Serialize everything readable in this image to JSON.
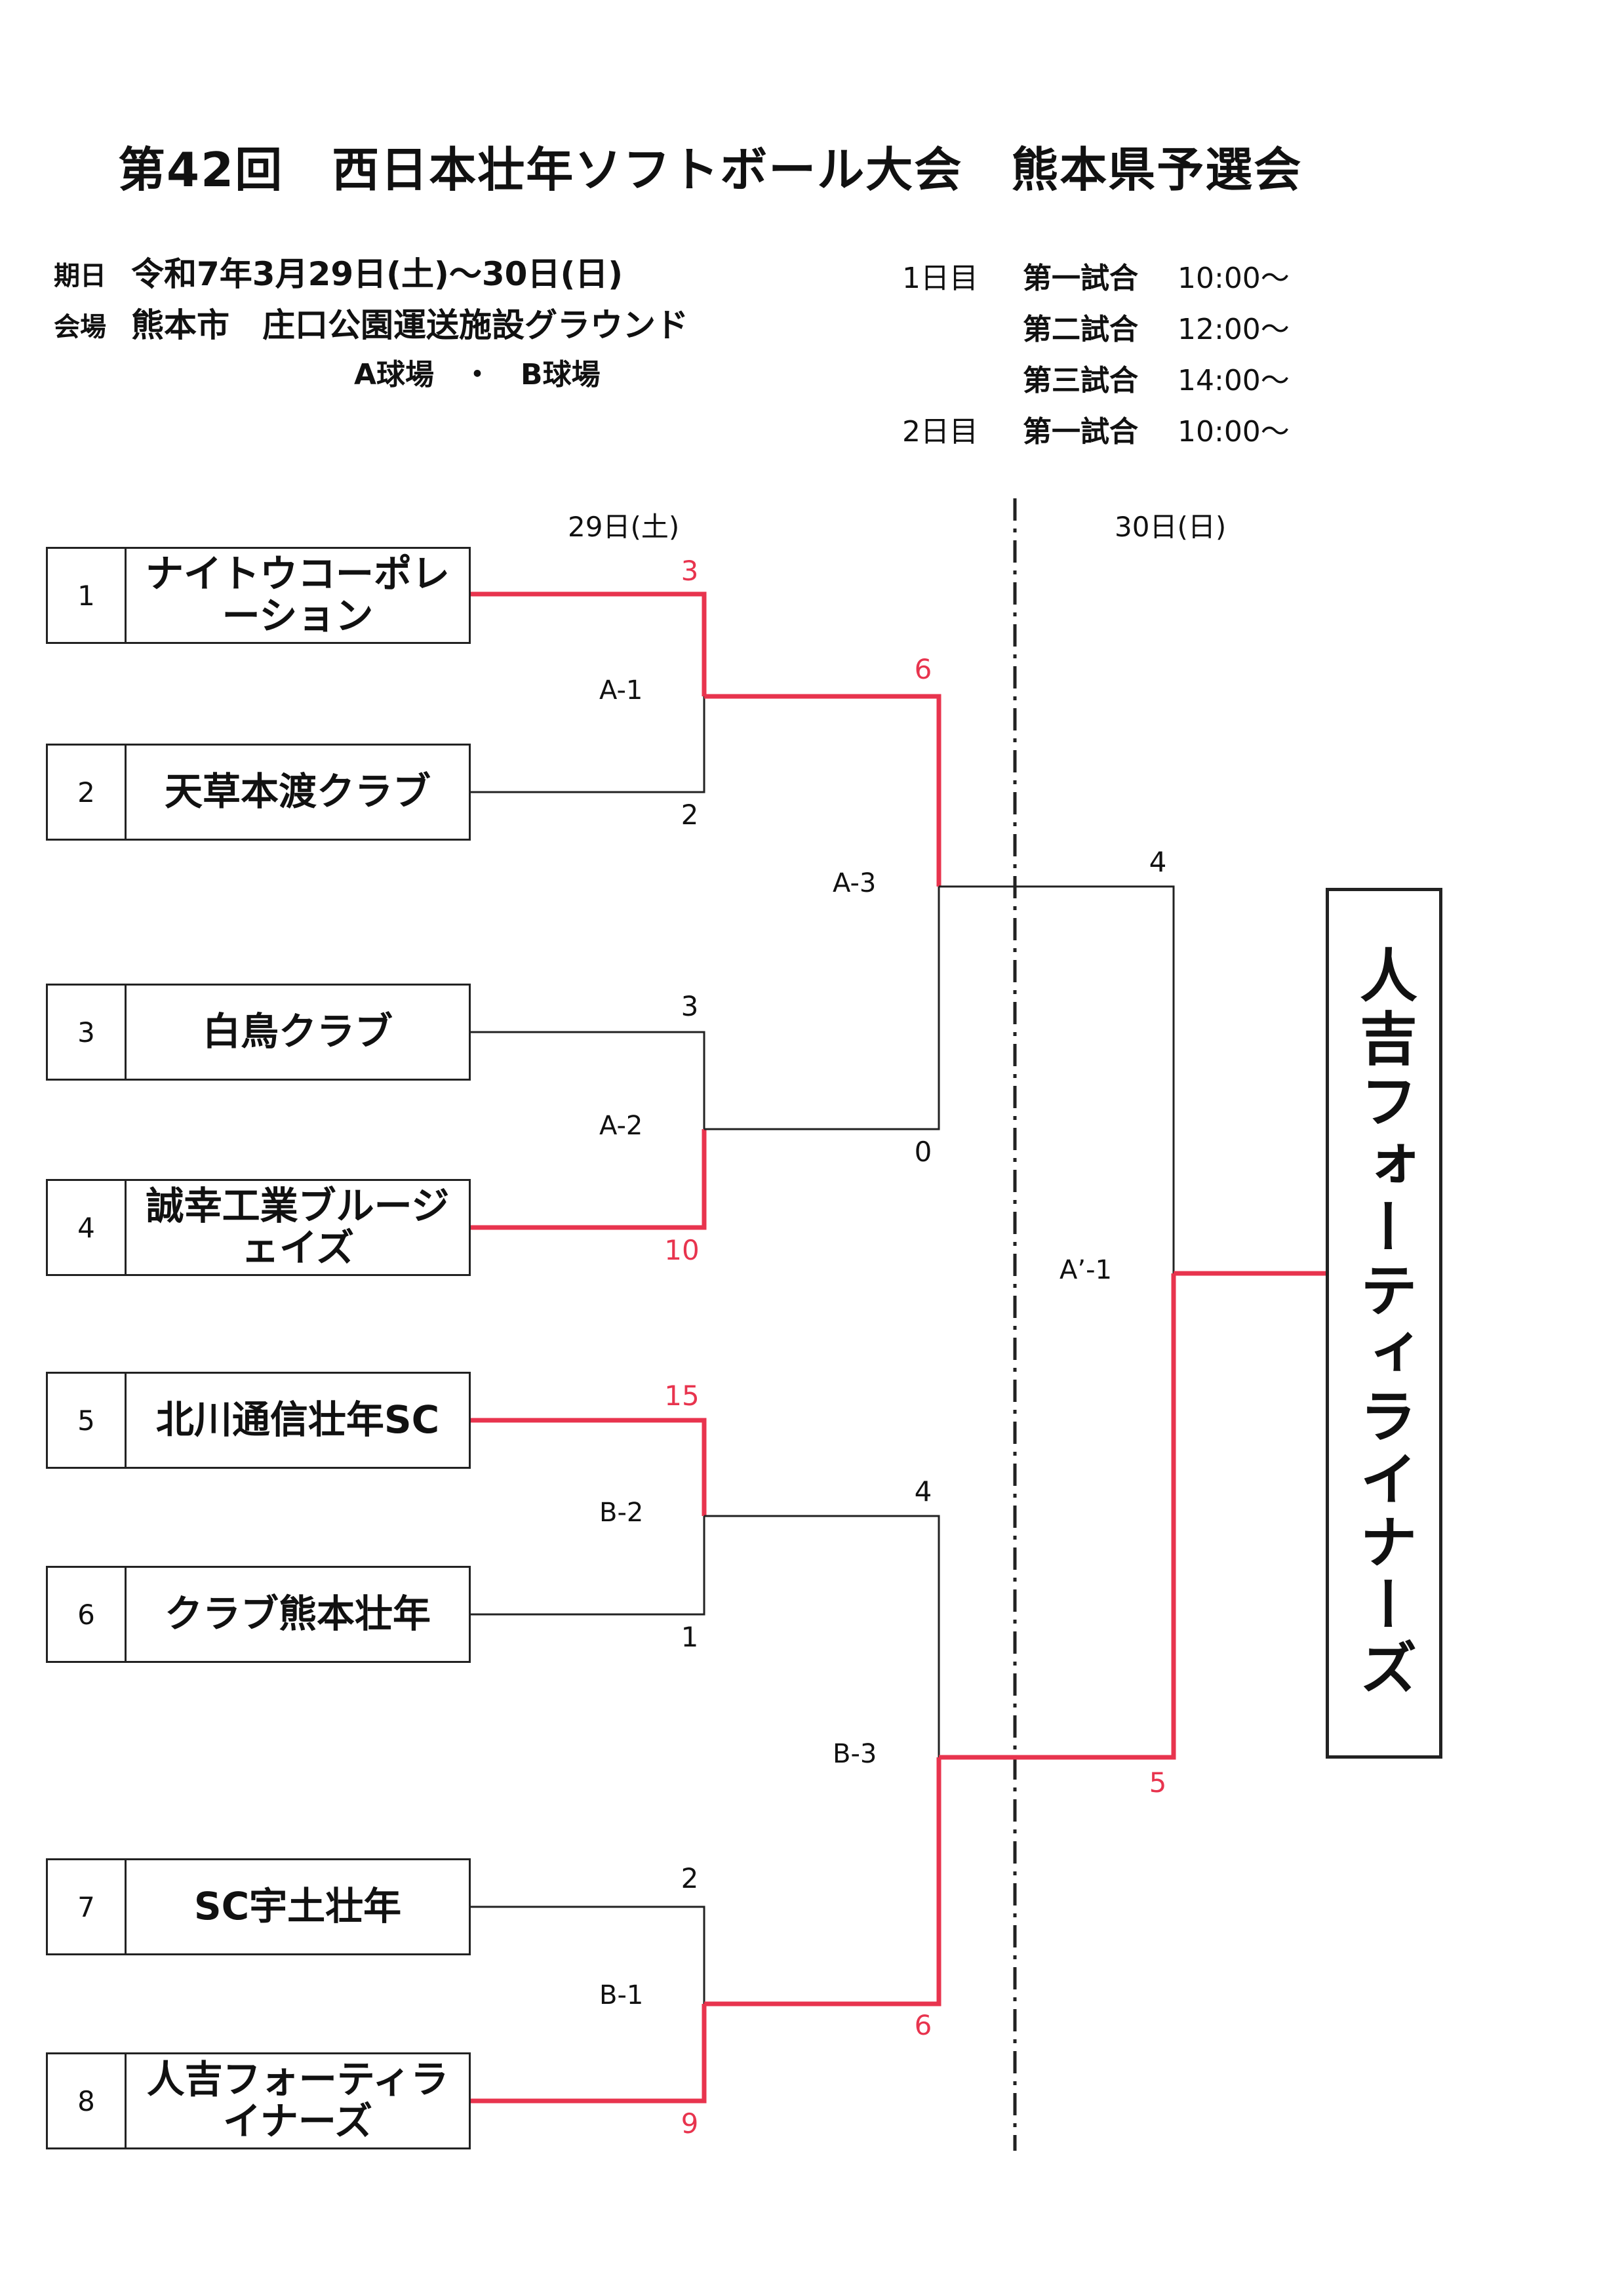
{
  "title": "第42回　西日本壮年ソフトボール大会　熊本県予選会",
  "info": {
    "date_label": "期日",
    "date_value": "令和7年3月29日(土)～30日(日)",
    "venue_label": "会場",
    "venue_value": "熊本市　庄口公園運送施設グラウンド",
    "fields": "A球場　・　B球場"
  },
  "schedule": [
    {
      "day": "1日目",
      "game": "第一試合",
      "time": "10:00～"
    },
    {
      "day": "",
      "game": "第二試合",
      "time": "12:00～"
    },
    {
      "day": "",
      "game": "第三試合",
      "time": "14:00～"
    },
    {
      "day": "2日目",
      "game": "第一試合",
      "time": "10:00～"
    }
  ],
  "day_headers": {
    "day1": "29日(土)",
    "day2": "30日(日)"
  },
  "teams": [
    {
      "seed": "1",
      "name": "ナイトウコーポレーション"
    },
    {
      "seed": "2",
      "name": "天草本渡クラブ"
    },
    {
      "seed": "3",
      "name": "白鳥クラブ"
    },
    {
      "seed": "4",
      "name": "誠幸工業ブルージェイズ"
    },
    {
      "seed": "5",
      "name": "北川通信壮年SC"
    },
    {
      "seed": "6",
      "name": "クラブ熊本壮年"
    },
    {
      "seed": "7",
      "name": "SC宇土壮年"
    },
    {
      "seed": "8",
      "name": "人吉フォーティライナーズ"
    }
  ],
  "matches": {
    "A-1": {
      "code": "A-1",
      "top_score": "3",
      "bottom_score": "2",
      "winner": "top"
    },
    "A-2": {
      "code": "A-2",
      "top_score": "3",
      "bottom_score": "10",
      "winner": "bottom"
    },
    "B-2": {
      "code": "B-2",
      "top_score": "15",
      "bottom_score": "1",
      "winner": "top"
    },
    "B-1": {
      "code": "B-1",
      "top_score": "2",
      "bottom_score": "9",
      "winner": "bottom"
    },
    "A-3": {
      "code": "A-3",
      "top_score": "6",
      "bottom_score": "0",
      "winner": "top"
    },
    "B-3": {
      "code": "B-3",
      "top_score": "4",
      "bottom_score": "6",
      "winner": "bottom"
    },
    "A'-1": {
      "code": "A’-1",
      "top_score": "4",
      "bottom_score": "5",
      "winner": "bottom"
    }
  },
  "champion": "人吉フォーティライナーズ",
  "colors": {
    "win_line": "#e8344e",
    "line": "#222222"
  }
}
